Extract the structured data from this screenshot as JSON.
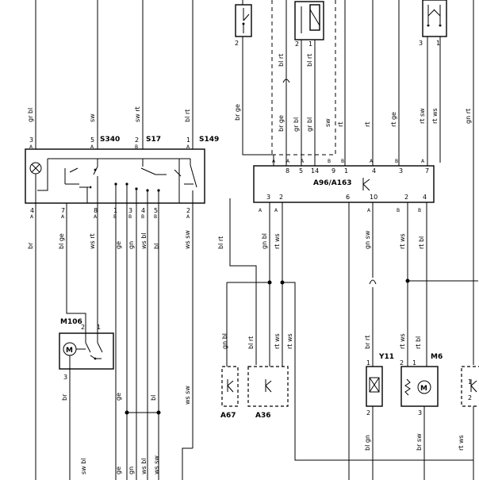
{
  "components": {
    "s340": "S340",
    "s17": "S17",
    "s149": "S149",
    "a96": "A96/A163",
    "m106": "M106",
    "a67": "A67",
    "a36": "A36",
    "y11": "Y11",
    "m6": "M6"
  },
  "wire_colors": {
    "top_switch_row": [
      "gr bl",
      "sw",
      "sw rt",
      "bl rt"
    ],
    "top_ecu_row": [
      "br ge",
      "br ge",
      "gr bl",
      "gr bl",
      "sw",
      "rt",
      "rt",
      "rt ge",
      "rt sw",
      "rt ws",
      "gn rt"
    ],
    "top_ecu_upper": [
      "bl rt",
      "bl rt"
    ],
    "below_switch": [
      "br",
      "bl ge",
      "ws rt",
      "ge",
      "gn",
      "ws bl",
      "bl",
      "ws sw",
      "bl rt"
    ],
    "below_ecu": [
      "gn bl",
      "rt ws",
      "gn sw",
      "rt ws",
      "rt bl"
    ],
    "mid_left": [
      "br",
      "ge",
      "bl",
      "ws sw"
    ],
    "connectors_a67_a36": [
      "gn bl",
      "bl rt",
      "rt ws",
      "rt ws"
    ],
    "connectors_y11_m6": [
      "br rt",
      "rt ws",
      "rt bl"
    ],
    "bottom": [
      "sw bl",
      "ge",
      "gn",
      "ws bl",
      "ws sw",
      "bl gn",
      "br sw",
      "rt ws"
    ]
  },
  "pins": {
    "switch_top": [
      {
        "num": "3",
        "let": "A"
      },
      {
        "num": "5",
        "let": "A"
      },
      {
        "num": "2",
        "let": "B"
      },
      {
        "num": "1",
        "let": "A"
      }
    ],
    "switch_bottom": [
      {
        "num": "4",
        "let": "A"
      },
      {
        "num": "7",
        "let": "A"
      },
      {
        "num": "8",
        "let": "A"
      },
      {
        "num": "1",
        "let": "B"
      },
      {
        "num": "3",
        "let": "B"
      },
      {
        "num": "4",
        "let": "B"
      },
      {
        "num": "5",
        "let": "B"
      },
      {
        "num": "2",
        "let": "A"
      }
    ],
    "ecu_top": [
      {
        "num": "8",
        "let": "A"
      },
      {
        "num": "5",
        "let": "A"
      },
      {
        "num": "14",
        "let": "A"
      },
      {
        "num": "9",
        "let": "B"
      },
      {
        "num": "1",
        "let": "B"
      },
      {
        "num": "4",
        "let": "A"
      },
      {
        "num": "3",
        "let": "B"
      },
      {
        "num": "7",
        "let": "A"
      }
    ],
    "ecu_bottom": [
      {
        "num": "3",
        "let": "A"
      },
      {
        "num": "2",
        "let": "A"
      },
      {
        "num": "6",
        "let": ""
      },
      {
        "num": "10",
        "let": "A"
      },
      {
        "num": "2",
        "let": "B"
      },
      {
        "num": "4",
        "let": "B"
      }
    ],
    "m106": [
      "2",
      "1",
      "3"
    ],
    "y11": [
      "1",
      "2"
    ],
    "m6": [
      "2",
      "1",
      "3"
    ],
    "right_edge": [
      "1",
      "2"
    ],
    "top_relays": [
      "2",
      "2",
      "1",
      "3",
      "1"
    ]
  }
}
